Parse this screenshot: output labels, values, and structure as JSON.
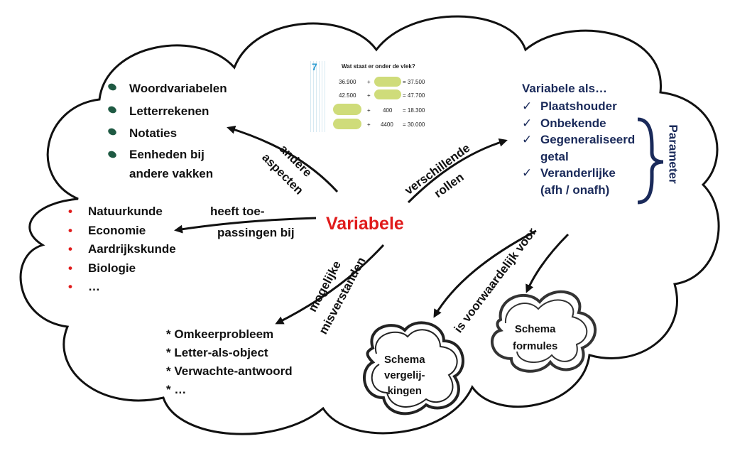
{
  "center": {
    "label": "Variabele",
    "color": "#e01b1b"
  },
  "aspects": {
    "link": [
      "andere",
      "aspecten"
    ],
    "items": [
      "Woordvariabelen",
      "Letterrekenen",
      "Notaties",
      "Eenheden bij",
      "andere vakken"
    ]
  },
  "applications": {
    "link": [
      "heeft toe-",
      "passingen bij"
    ],
    "items": [
      "Natuurkunde",
      "Economie",
      "Aardrijkskunde",
      "Biologie",
      "…"
    ]
  },
  "misconceptions": {
    "link": [
      "mogelijke",
      "misverstanden"
    ],
    "items": [
      "* Omkeerprobleem",
      "* Letter-als-object",
      "* Verwachte-antwoord",
      "* …"
    ]
  },
  "roles": {
    "link": [
      "verschillende",
      "rollen"
    ],
    "heading": "Variabele als…",
    "items": [
      "Plaatshouder",
      "Onbekende",
      "Gegeneraliseerd",
      "getal",
      "Veranderlijke",
      "(afh / onafh)"
    ],
    "bracket_label": "Parameter",
    "check_symbol": "✓"
  },
  "prerequisite": {
    "link": "is voorwaardelijk voor",
    "schema1": [
      "Schema",
      "vergelij-",
      "kingen"
    ],
    "schema2": [
      "Schema",
      "formules"
    ]
  },
  "worksheet": {
    "number": "7",
    "title": "Wat staat er onder de vlek?",
    "rows": [
      {
        "a": "36.900",
        "op": "+",
        "b": "",
        "eq": "= 37.500"
      },
      {
        "a": "42.500",
        "op": "+",
        "b": "",
        "eq": "= 47.700"
      },
      {
        "a": "",
        "op": "+",
        "b": "400",
        "eq": "= 18.300"
      },
      {
        "a": "",
        "op": "+",
        "b": "4400",
        "eq": "= 30.000"
      }
    ]
  },
  "colors": {
    "cloud_stroke": "#111111",
    "accent_red": "#e01b1b",
    "navy": "#1a2a5a",
    "bullet_green": "#1f5a43",
    "blob": "#cfdc7a"
  }
}
